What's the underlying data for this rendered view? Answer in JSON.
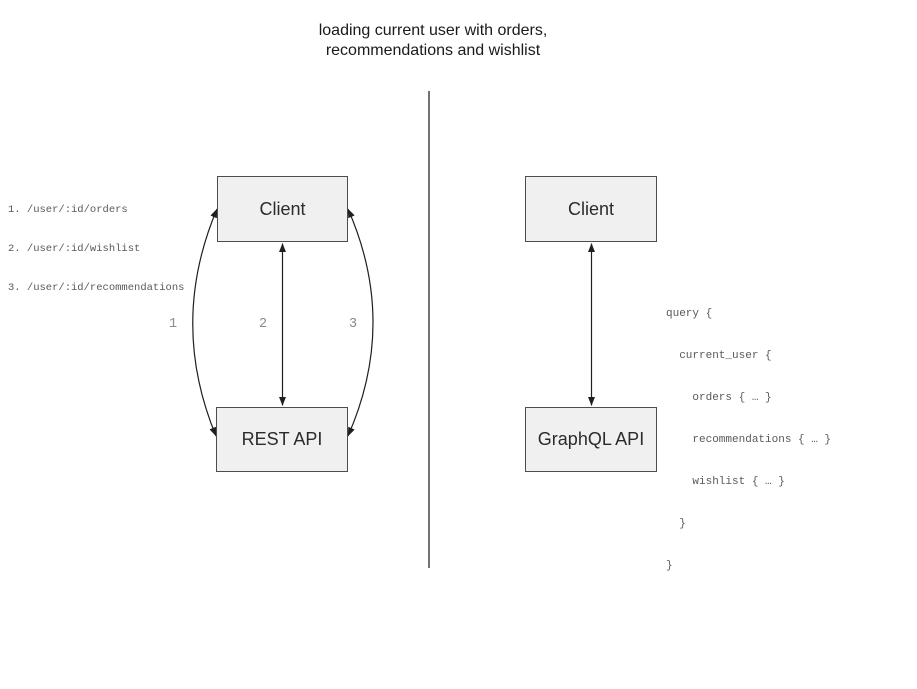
{
  "title": {
    "line1": "loading current user with orders,",
    "line2": "recommendations and wishlist"
  },
  "rest_diagram": {
    "client_label": "Client",
    "api_label": "REST API",
    "endpoints": [
      "1. /user/:id/orders",
      "2. /user/:id/wishlist",
      "3. /user/:id/recommendations"
    ],
    "arrow_labels": [
      "1",
      "2",
      "3"
    ]
  },
  "graphql_diagram": {
    "client_label": "Client",
    "api_label": "GraphQL API",
    "query_lines": [
      "query {",
      "  current_user {",
      "    orders { … }",
      "    recommendations { … }",
      "    wishlist { … }",
      "  }",
      "}"
    ]
  },
  "colors": {
    "node_fill": "#f0f0f0",
    "node_border": "#4d4d4d",
    "arrow_stroke": "#1f1f1f",
    "divider_stroke": "#444444",
    "code_text": "#595959",
    "arrow_label_text": "#8a8a8a",
    "title_text": "#1a1a1a"
  }
}
